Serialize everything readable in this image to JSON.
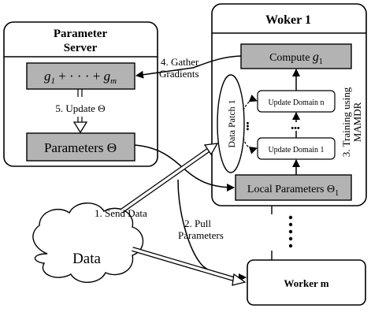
{
  "parameter_server": {
    "title_line1": "Parameter",
    "title_line2": "Server",
    "sum_label": "g1 + · · · + gm",
    "update_label": "5. Update Θ",
    "params_label": "Parameters Θ"
  },
  "worker1": {
    "title": "Woker 1",
    "compute_label": "Compute g1",
    "data_patch_label": "Data Patch 1",
    "update_domain_n": "Update Domain n",
    "update_domain_1": "Update Domain 1",
    "ellipsis": "•••",
    "training_label_line1": "3. Training using",
    "training_label_line2": "MAMDR",
    "local_params_label": "Local Parameters Θ1"
  },
  "worker_m": {
    "title": "Worker m"
  },
  "data_cloud": {
    "label": "Data"
  },
  "arrows": {
    "gather_line1": "4. Gather",
    "gather_line2": "Gradients",
    "send_data": "1. Send Data",
    "pull_line1": "2. Pull",
    "pull_line2": "Parameters"
  },
  "colors": {
    "box_fill": "#b3b3b3",
    "stroke": "#000000",
    "background": "#ffffff"
  }
}
